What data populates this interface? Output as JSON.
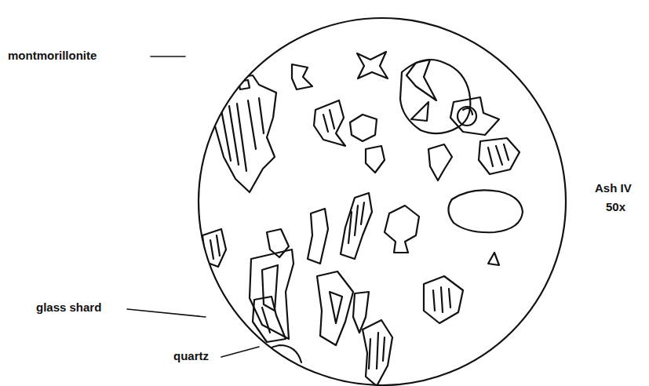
{
  "diagram": {
    "labels": [
      "montmorillonite",
      "glass shard",
      "quartz",
      "Ash IV",
      "50x"
    ]
  }
}
